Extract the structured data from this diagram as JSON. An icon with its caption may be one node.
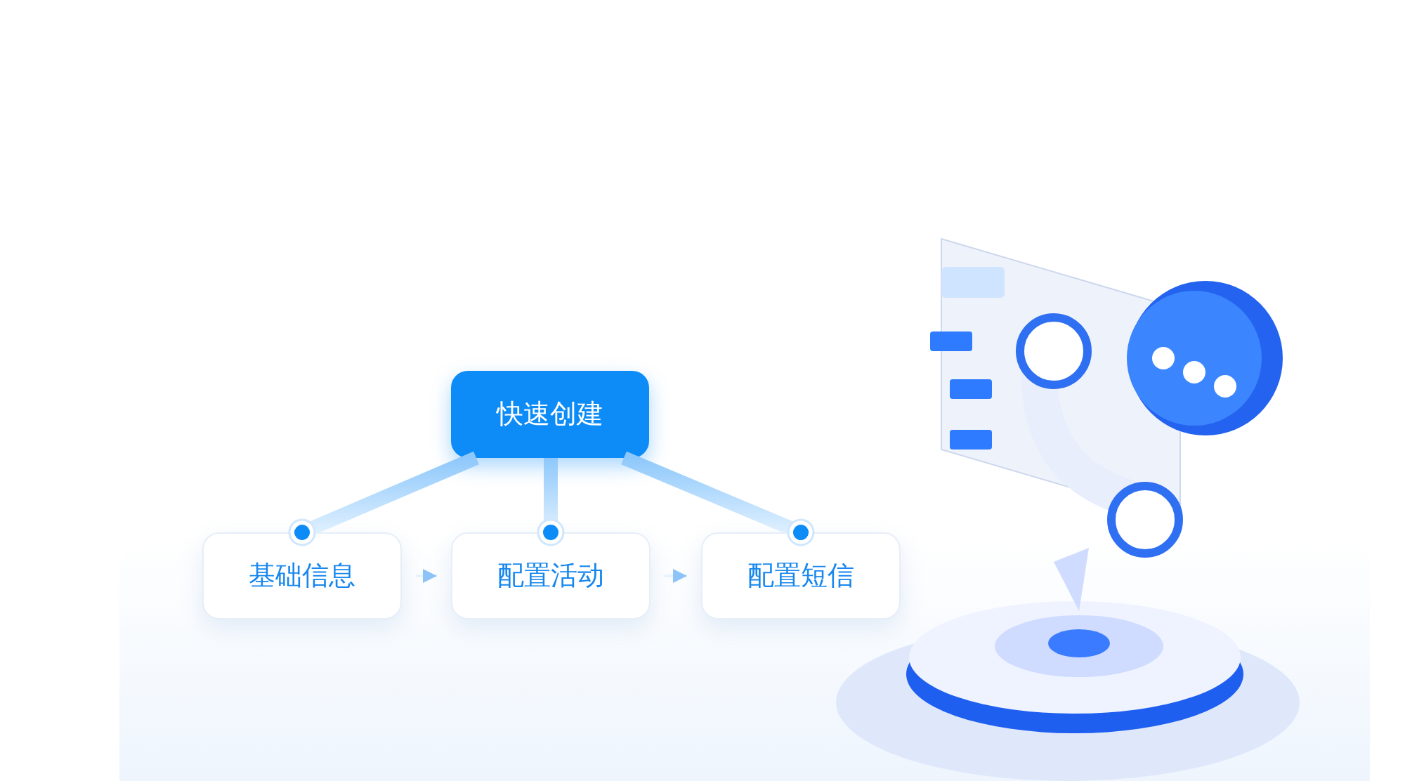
{
  "diagram": {
    "nodes": [
      {
        "text": [
          "快速创建"
        ]
      },
      {
        "text": [
          "基础信息"
        ]
      },
      {
        "text": [
          "配置活动"
        ]
      },
      {
        "text": [
          "配置短信"
        ]
      },
      {
        "text": [],
        "shape": "picture"
      }
    ],
    "edges": [
      {
        "from": 0,
        "to": 1,
        "arrow": "other",
        "style": "thick"
      },
      {
        "from": 0,
        "to": 2,
        "arrow": "other",
        "style": "thick"
      },
      {
        "from": 0,
        "to": 3,
        "arrow": "other",
        "style": "thick"
      },
      {
        "from": 1,
        "to": 2,
        "arrow": "to"
      },
      {
        "from": 2,
        "to": 3,
        "arrow": "to"
      }
    ]
  }
}
